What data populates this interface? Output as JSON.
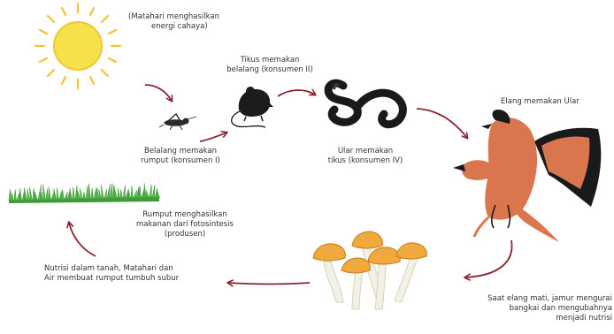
{
  "labels": {
    "sun": [
      "(Matahari menghasilkan",
      "energi cahaya)"
    ],
    "mouse": [
      "Tikus memakan",
      "belalang (konsumen II)"
    ],
    "eagle": [
      "Elang memakan Ular"
    ],
    "grasshopper": [
      "Belalang memakan",
      "rumput (konsumen I)"
    ],
    "snake": [
      "Ular memakan",
      "tikus (konsumen IV)"
    ],
    "grass": [
      "Rumput menghasilkan",
      "makanan dari fotosintesis",
      "(produsen)"
    ],
    "nutrients": [
      "Nutrisi dalam tanah, Matahari dan",
      "Air membuat rumput tumbuh subur"
    ],
    "decomposer": [
      "Saat elang mati, jamur mengurai",
      "bangkai dan mengubahnya",
      "menjadi nutrisi"
    ]
  },
  "colors": {
    "arrow": "#8b2230",
    "sun": "#f7e14b",
    "grass": "#58b84a",
    "mushroom_cap": "#f0a93a",
    "mushroom_stem": "#f3f0e6",
    "eagle": "#d9764d",
    "eagle_dark": "#1a1a1a",
    "animal": "#1c1c1c"
  },
  "icons": [
    "sun-icon",
    "grasshopper-icon",
    "mouse-icon",
    "snake-icon",
    "eagle-icon",
    "mushroom-icon",
    "grass-icon"
  ]
}
